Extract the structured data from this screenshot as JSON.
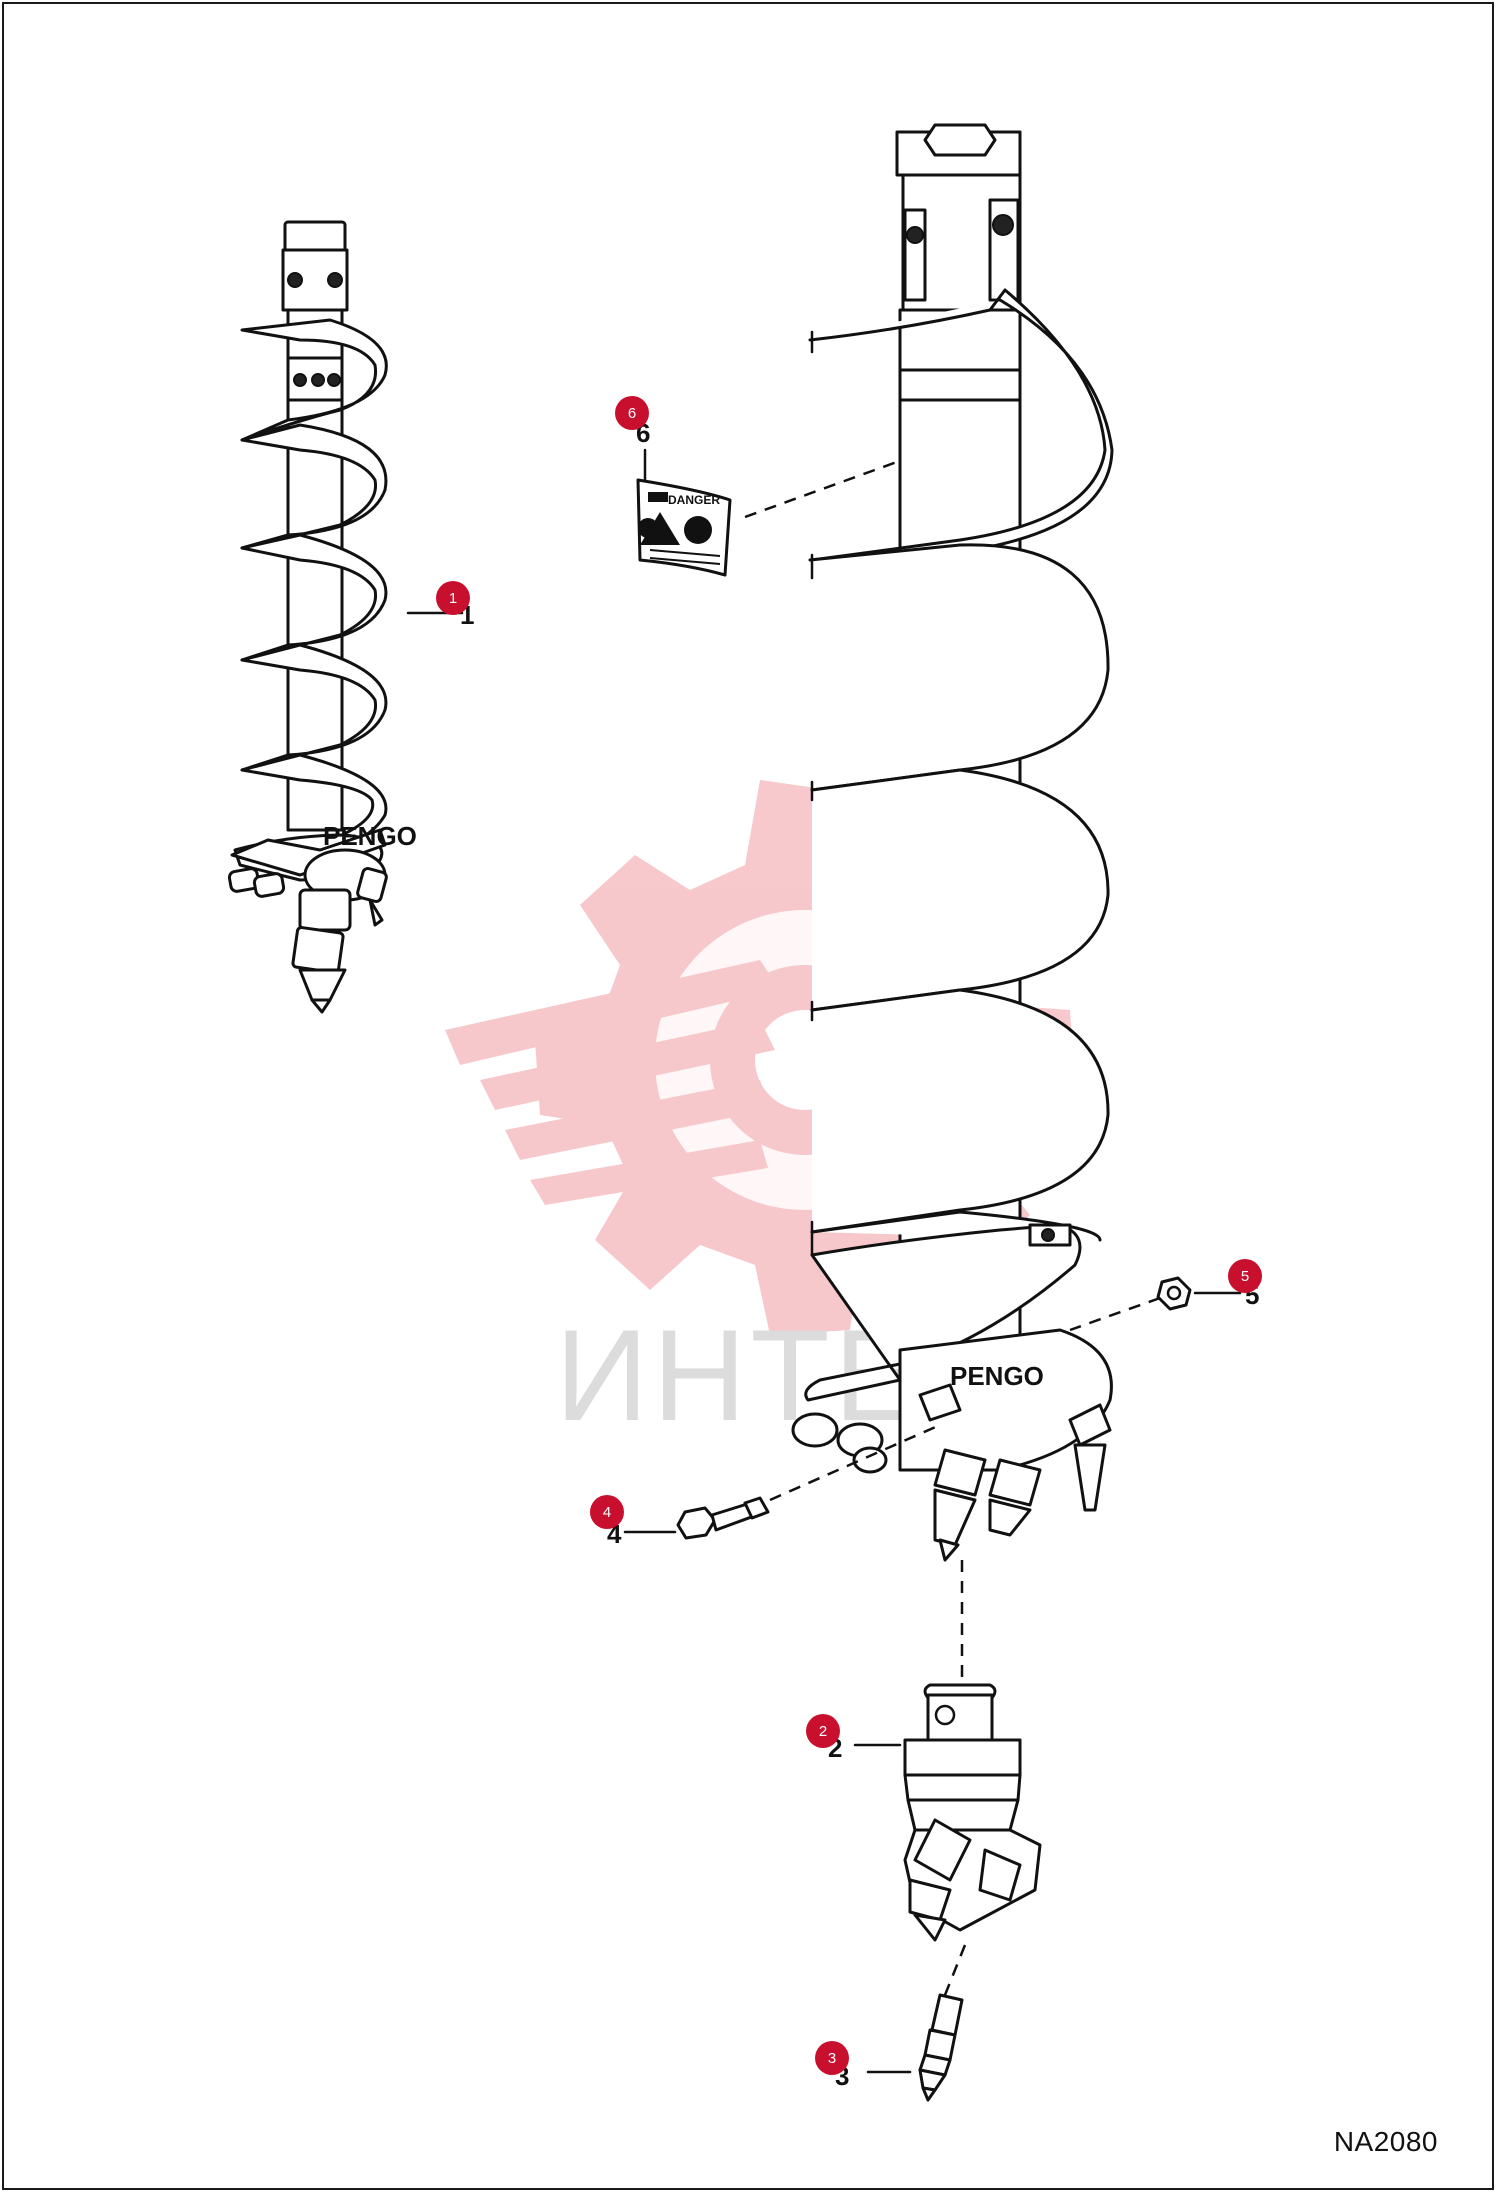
{
  "document": {
    "code": "NA2080"
  },
  "watermark": {
    "text": "ИНТЕХ",
    "color": "#f6b9bd"
  },
  "callouts": [
    {
      "id": "callout-1",
      "label": "1",
      "number": "1"
    },
    {
      "id": "callout-2",
      "label": "2",
      "number": "2"
    },
    {
      "id": "callout-3",
      "label": "3",
      "number": "3"
    },
    {
      "id": "callout-4",
      "label": "4",
      "number": "4"
    },
    {
      "id": "callout-5",
      "label": "5",
      "number": "5"
    },
    {
      "id": "callout-6",
      "label": "6",
      "number": "6"
    }
  ],
  "colors": {
    "callout_fill": "#c8102e",
    "line": "#111111",
    "frame": "#1a1a1a"
  },
  "decal": {
    "heading": "DANGER"
  },
  "brand_mark": {
    "text": "PENGO"
  }
}
